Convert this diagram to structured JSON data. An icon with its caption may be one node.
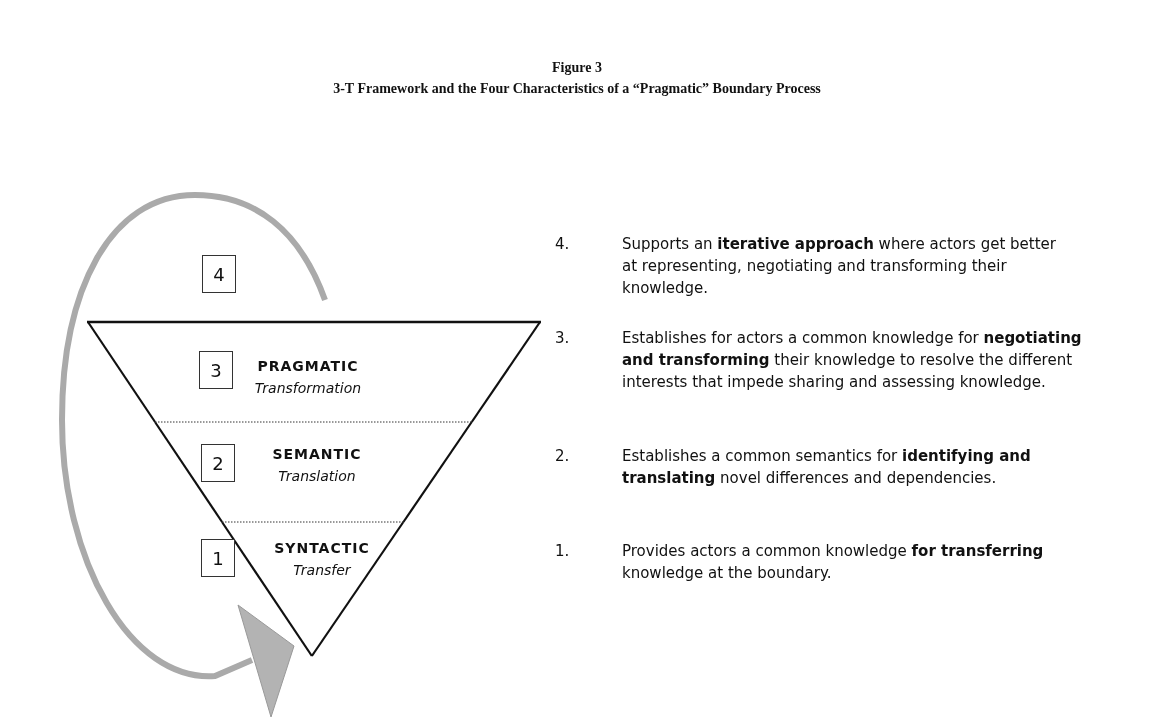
{
  "diagram": {
    "title": "Figure 3",
    "nodes": [
      {
        "text": [
          "4"
        ]
      },
      {
        "text": [
          "PRAGMATIC",
          "Transformation"
        ]
      },
      {
        "text": [
          "3"
        ],
        "in": 1
      },
      {
        "text": [
          "SEMANTIC",
          "Translation"
        ]
      },
      {
        "text": [
          "2"
        ],
        "in": 3
      },
      {
        "text": [
          "SYNTACTIC",
          "Transfer"
        ]
      },
      {
        "text": [
          "1"
        ]
      }
    ],
    "edges": [],
    "labels": [
      "3-T Framework and the Four Characteristics of a “Pragmatic” Boundary Process",
      "4.",
      "Supports an **iterative approach** where actors get better at representing, negotiating and transforming their knowledge.",
      "3.",
      "Establishes for actors a common knowledge for **negotiating and transforming** their knowledge to resolve the different interests that impede sharing and assessing knowledge.",
      "2.",
      "Establishes a common semantics for **identifying and translating** novel differences and dependencies.",
      "1.",
      "Provides actors a common knowledge **for transferring** knowledge at the boundary."
    ]
  }
}
